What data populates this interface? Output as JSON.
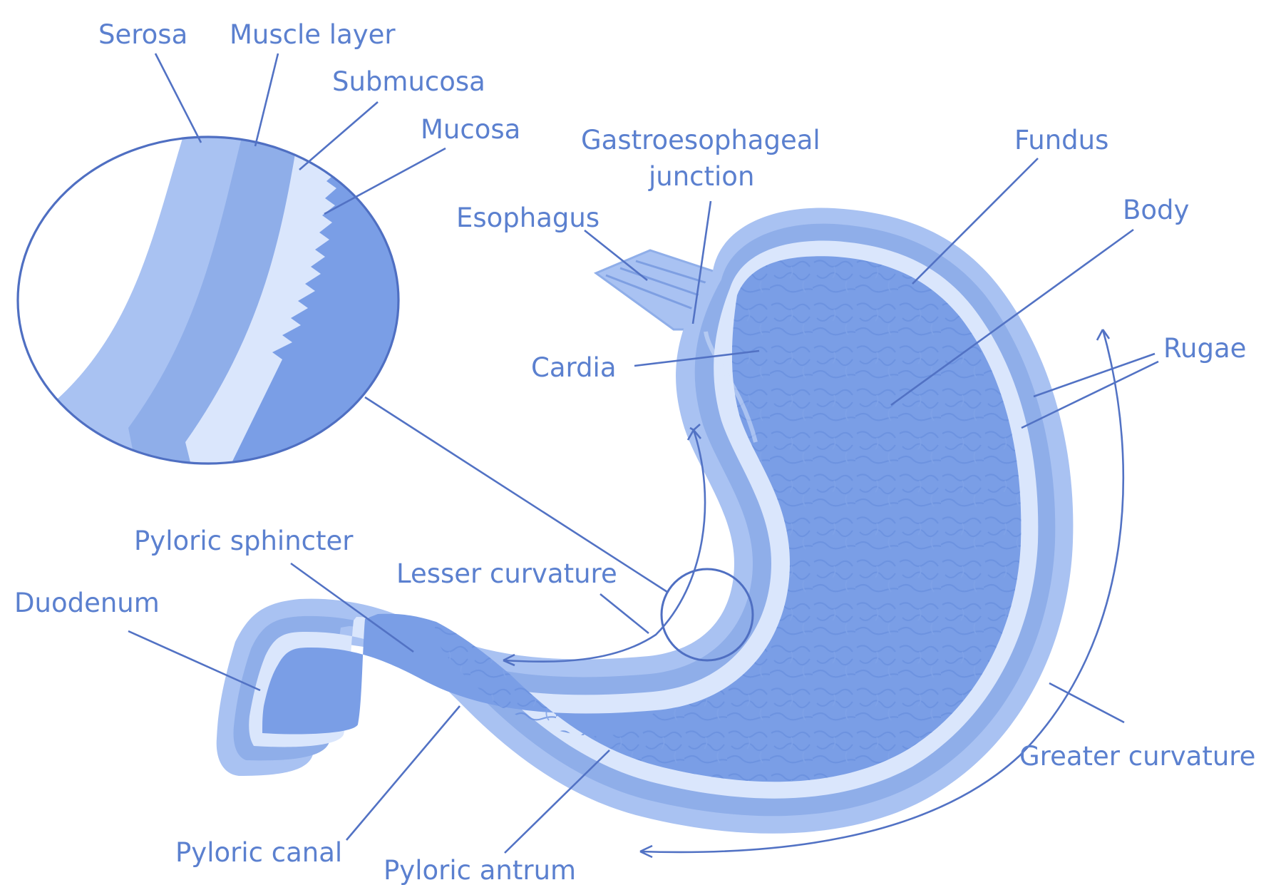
{
  "diagram": {
    "colors": {
      "background": "#ffffff",
      "label_text": "#5b80cf",
      "leader_line": "#5272c4",
      "outer_wall": "#a9c2f2",
      "muscle_layer": "#8faee9",
      "submucosa_band": "#dae6fc",
      "mucosa_interior": "#7a9ee6",
      "rugae_texture": "#6b91df"
    },
    "labels": {
      "serosa": "Serosa",
      "muscle_layer": "Muscle layer",
      "submucosa": "Submucosa",
      "mucosa": "Mucosa",
      "gastroesophageal_line1": "Gastroesophageal",
      "gastroesophageal_line2": "junction",
      "fundus": "Fundus",
      "body": "Body",
      "esophagus": "Esophagus",
      "cardia": "Cardia",
      "rugae": "Rugae",
      "pyloric_sphincter": "Pyloric sphincter",
      "lesser_curvature": "Lesser curvature",
      "duodenum": "Duodenum",
      "greater_curvature": "Greater curvature",
      "pyloric_canal": "Pyloric canal",
      "pyloric_antrum": "Pyloric antrum"
    }
  }
}
